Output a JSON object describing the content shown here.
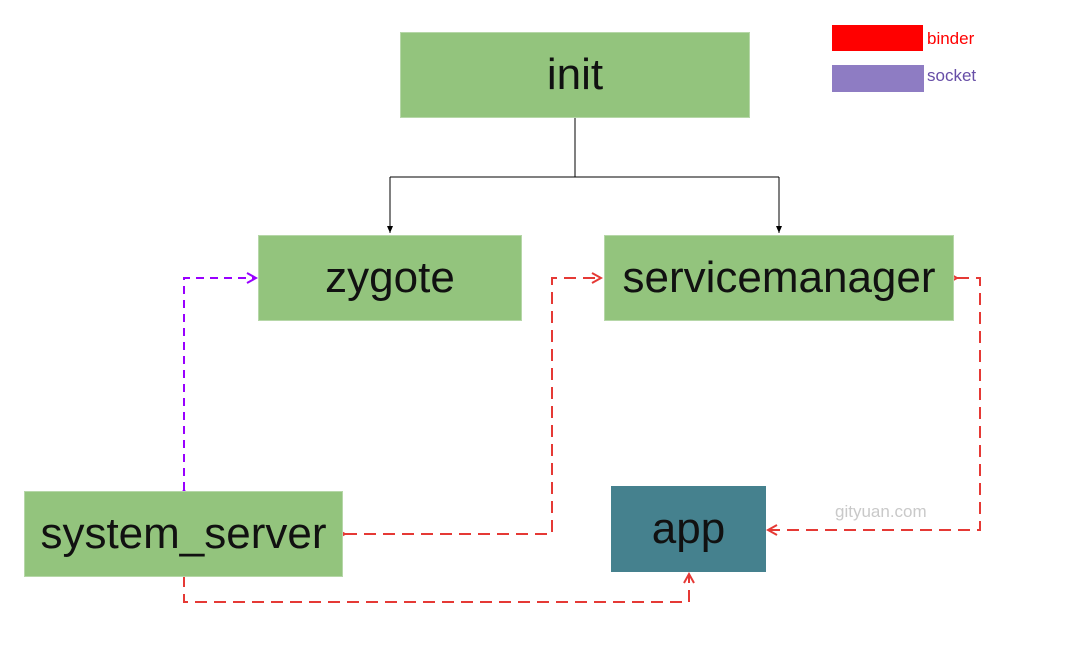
{
  "colors": {
    "node_green": "#93c47d",
    "node_teal": "#45818e",
    "node_border": "#b6d7a8",
    "tree_line": "#000000",
    "binder": "#ff0000",
    "socket": "#8e7cc3",
    "socket_arrow": "#9900ff",
    "binder_arrow": "#e53935",
    "watermark": "#c9c9c9"
  },
  "nodes": {
    "init": "init",
    "zygote": "zygote",
    "servicemanager": "servicemanager",
    "system_server": "system_server",
    "app": "app"
  },
  "legend": {
    "binder": {
      "label": "binder",
      "color": "#ff0000"
    },
    "socket": {
      "label": "socket",
      "color": "#8e7cc3"
    }
  },
  "watermark": "gityuan.com",
  "edges": [
    {
      "from": "init",
      "to": "zygote",
      "type": "solid"
    },
    {
      "from": "init",
      "to": "servicemanager",
      "type": "solid"
    },
    {
      "from": "zygote",
      "to": "system_server",
      "type": "socket",
      "bidirectional": true
    },
    {
      "from": "servicemanager",
      "to": "system_server",
      "type": "binder",
      "bidirectional": true
    },
    {
      "from": "servicemanager",
      "to": "app",
      "type": "binder",
      "bidirectional": true
    },
    {
      "from": "system_server",
      "to": "app",
      "type": "binder",
      "bidirectional": true
    }
  ]
}
